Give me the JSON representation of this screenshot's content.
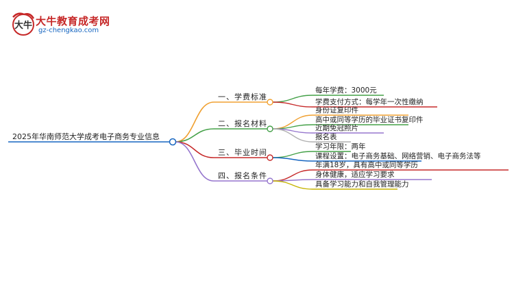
{
  "logo": {
    "mark_text": "大牛",
    "title": "大牛教育成考网",
    "url": "gz-chengkao.com"
  },
  "mindmap": {
    "root": {
      "label": "2025年华南师范大学成考电子商务专业信息",
      "color": "#1565c0"
    },
    "branches": [
      {
        "label": "一、学费标准",
        "color": "#f0a030",
        "children": [
          {
            "label": "每年学费：3000元",
            "color": "#43a047"
          },
          {
            "label": "学费支付方式：每学年一次性缴纳",
            "color": "#c62828"
          }
        ]
      },
      {
        "label": "二、报名材料",
        "color": "#43a047",
        "children": [
          {
            "label": "身份证复印件",
            "color": "#f0a030"
          },
          {
            "label": "高中或同等学历的毕业证书复印件",
            "color": "#43a047"
          },
          {
            "label": "近期免冠照片",
            "color": "#9575cd"
          },
          {
            "label": "报名表",
            "color": "#b0b0b0"
          }
        ]
      },
      {
        "label": "三、毕业时间",
        "color": "#c62828",
        "children": [
          {
            "label": "学习年限：两年",
            "color": "#43a047"
          },
          {
            "label": "课程设置：电子商务基础、网络营销、电子商务法等",
            "color": "#1565c0"
          }
        ]
      },
      {
        "label": "四、报名条件",
        "color": "#9575cd",
        "children": [
          {
            "label": "年满18岁，具有高中或同等学历",
            "color": "#c62828"
          },
          {
            "label": "身体健康，适应学习要求",
            "color": "#9575cd"
          },
          {
            "label": "具备学习能力和自我管理能力",
            "color": "#c5b400"
          }
        ]
      }
    ]
  }
}
